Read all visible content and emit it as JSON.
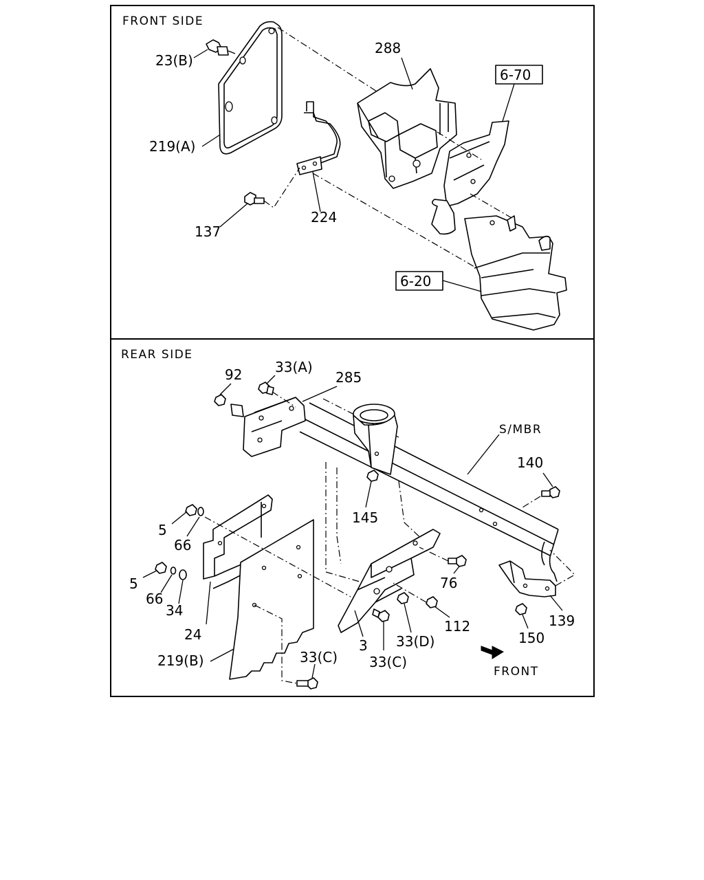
{
  "front_side": {
    "header": "FRONT SIDE",
    "labels": {
      "p23b": "23(B)",
      "p288": "288",
      "ref670": "6-70",
      "p219a": "219(A)",
      "p137": "137",
      "p224": "224",
      "ref620": "6-20"
    }
  },
  "rear_side": {
    "header": "REAR SIDE",
    "labels": {
      "p92": "92",
      "p33a": "33(A)",
      "p285": "285",
      "smbr": "S/MBR",
      "p140": "140",
      "p145": "145",
      "p5_top": "5",
      "p66_top": "66",
      "p5_bot": "5",
      "p66_bot": "66",
      "p34": "34",
      "p24": "24",
      "p76": "76",
      "p112": "112",
      "p3": "3",
      "p33d": "33(D)",
      "p33c_mid": "33(C)",
      "p33c_low": "33(C)",
      "p219b": "219(B)",
      "p150": "150",
      "p139": "139",
      "front": "FRONT"
    }
  }
}
